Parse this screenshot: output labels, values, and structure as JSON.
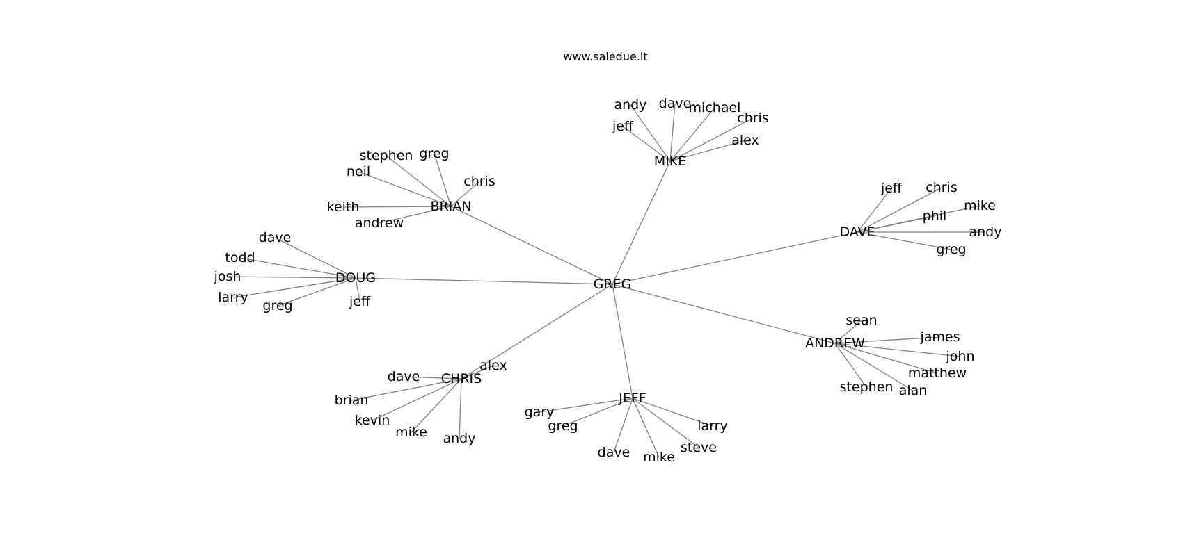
{
  "header": {
    "title": "www.saiedue.it"
  },
  "graph": {
    "root": "GREG",
    "hubs": [
      {
        "name": "MIKE",
        "leaves": [
          "andy",
          "dave",
          "michael",
          "chris",
          "jeff",
          "alex"
        ]
      },
      {
        "name": "BRIAN",
        "leaves": [
          "stephen",
          "greg",
          "neil",
          "chris",
          "keith",
          "andrew"
        ]
      },
      {
        "name": "DAVE",
        "leaves": [
          "jeff",
          "chris",
          "mike",
          "phil",
          "andy",
          "greg"
        ]
      },
      {
        "name": "DOUG",
        "leaves": [
          "dave",
          "todd",
          "josh",
          "larry",
          "greg",
          "jeff"
        ]
      },
      {
        "name": "ANDREW",
        "leaves": [
          "sean",
          "james",
          "john",
          "matthew",
          "alan",
          "stephen"
        ]
      },
      {
        "name": "CHRIS",
        "leaves": [
          "alex",
          "dave",
          "brian",
          "kevin",
          "mike",
          "andy"
        ]
      },
      {
        "name": "JEFF",
        "leaves": [
          "gary",
          "greg",
          "larry",
          "steve",
          "dave",
          "mike"
        ]
      }
    ]
  }
}
